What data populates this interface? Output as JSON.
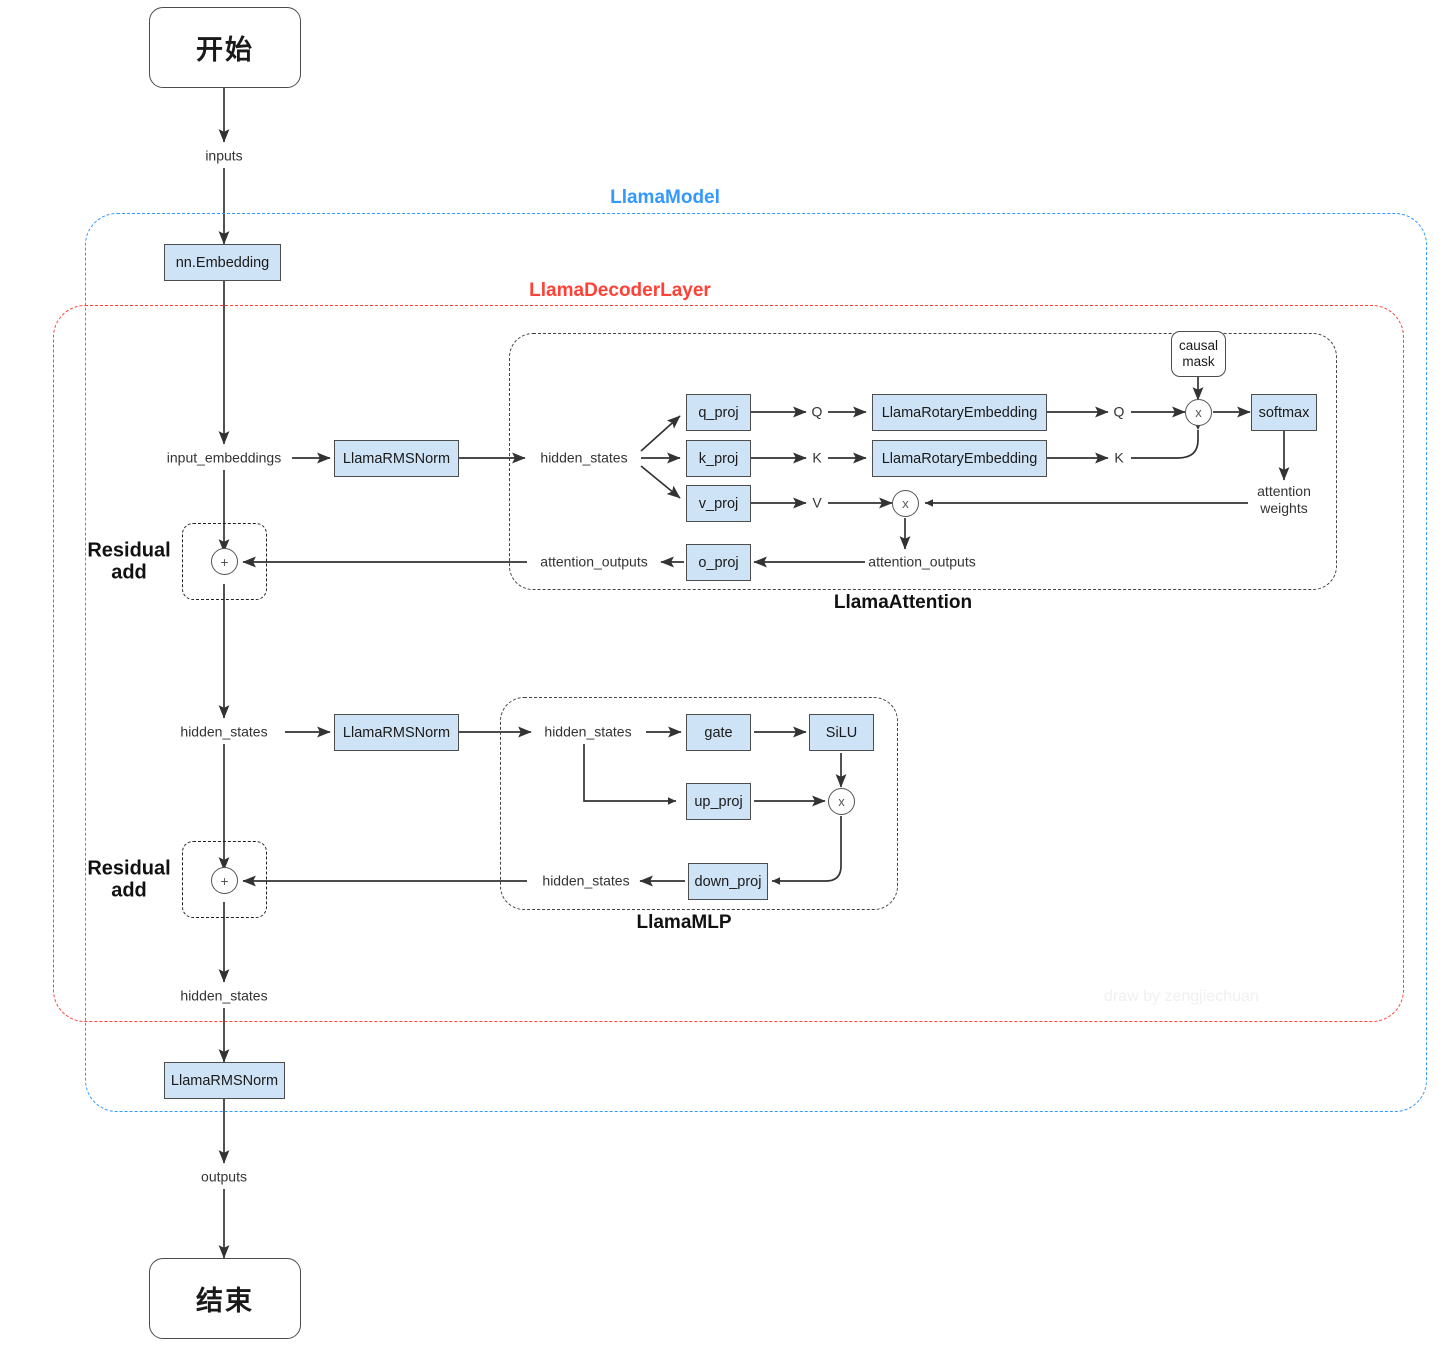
{
  "diagram": {
    "title": "LLaMA model forward-pass flowchart",
    "watermark": "draw by zengjiechuan"
  },
  "colors": {
    "box_fill": "#cfe3f7",
    "box_stroke": "#4d4d4d",
    "model_container": "#3399ff",
    "decoder_container": "#ff4136",
    "inner_container": "#444444",
    "edge": "#333333",
    "watermark": "#f0f0f0"
  },
  "containers": {
    "model": {
      "label": "LlamaModel"
    },
    "decoder_layer": {
      "label": "LlamaDecoderLayer"
    },
    "attention": {
      "label": "LlamaAttention"
    },
    "mlp": {
      "label": "LlamaMLP"
    }
  },
  "terminals": {
    "start": "开始",
    "end": "结束"
  },
  "nodes": {
    "embedding": "nn.Embedding",
    "rmsnorm_attn": "LlamaRMSNorm",
    "rmsnorm_mlp": "LlamaRMSNorm",
    "rmsnorm_final": "LlamaRMSNorm",
    "q_proj": "q_proj",
    "k_proj": "k_proj",
    "v_proj": "v_proj",
    "o_proj": "o_proj",
    "rotary_q": "LlamaRotaryEmbedding",
    "rotary_k": "LlamaRotaryEmbedding",
    "softmax": "softmax",
    "causal_mask_line1": "causal",
    "causal_mask_line2": "mask",
    "gate": "gate",
    "silu": "SiLU",
    "up_proj": "up_proj",
    "down_proj": "down_proj",
    "mul_qk": "x",
    "mul_av": "x",
    "mul_mlp": "x",
    "add_attn": "+",
    "add_mlp": "+"
  },
  "edge_labels": {
    "inputs": "inputs",
    "input_embeddings": "input_embeddings",
    "hidden_states_attn_in": "hidden_states",
    "hidden_states_attn_inner": "hidden_states",
    "q": "Q",
    "k": "K",
    "v": "V",
    "q_rope": "Q",
    "k_rope": "K",
    "attention_weights_line1": "attention",
    "attention_weights_line2": "weights",
    "attention_outputs_inner": "attention_outputs",
    "attention_outputs_out": "attention_outputs",
    "hidden_states_mlp_in": "hidden_states",
    "hidden_states_mlp_inner_in": "hidden_states",
    "hidden_states_mlp_inner_out": "hidden_states",
    "hidden_states_final": "hidden_states",
    "outputs": "outputs"
  },
  "annotations": {
    "residual_add_attn_line1": "Residual",
    "residual_add_attn_line2": "add",
    "residual_add_mlp_line1": "Residual",
    "residual_add_mlp_line2": "add"
  }
}
